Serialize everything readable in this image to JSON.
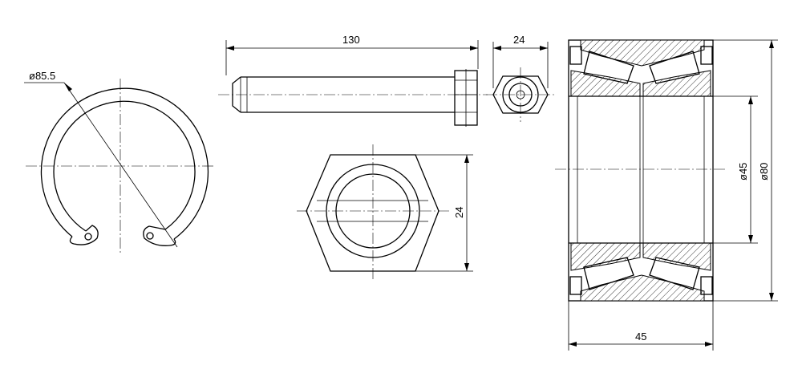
{
  "circlip": {
    "diameter_label": "ø85.5"
  },
  "bolt": {
    "length_label": "130"
  },
  "bolt_head_end": {
    "width_label": "24"
  },
  "nut": {
    "across_flats_label": "24"
  },
  "bearing": {
    "inner_diameter_label": "ø45",
    "outer_diameter_label": "ø80",
    "width_label": "45"
  }
}
